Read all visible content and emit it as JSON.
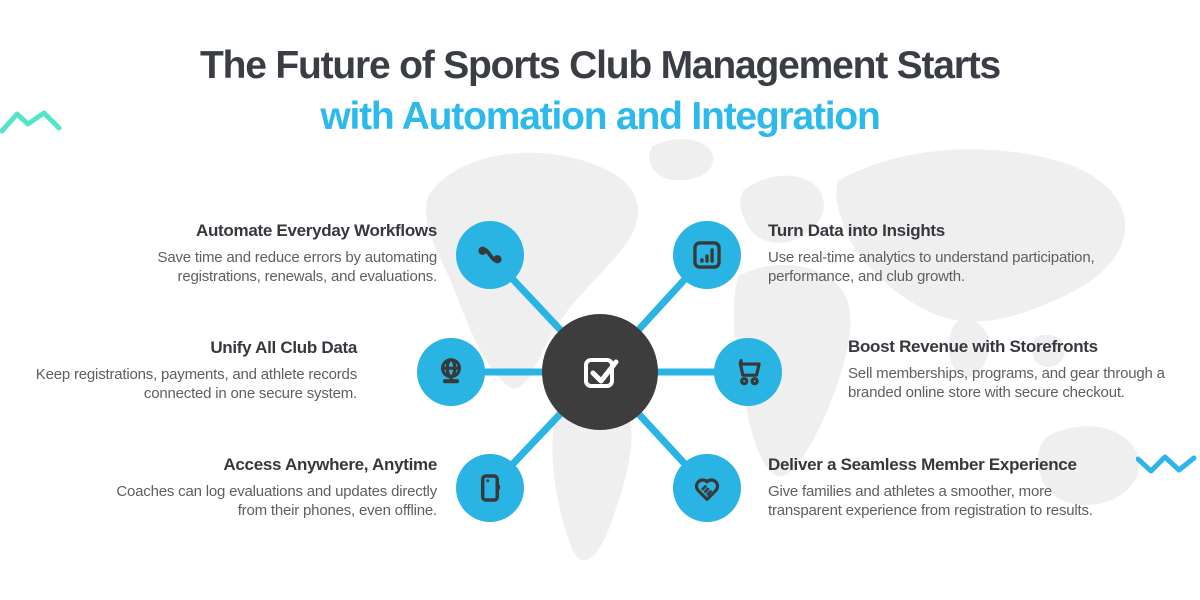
{
  "title": {
    "line1": "The Future of Sports Club Management Starts",
    "line2": "with Automation and Integration"
  },
  "colors": {
    "accent": "#29b4e4",
    "title_accent": "#2cb9ec",
    "title_dark": "#3a3e44",
    "hub": "#3d3d3d",
    "icon": "#383838",
    "heading_text": "#35393e",
    "body_text": "#5c6065",
    "zigzag_teal": "#54e5c5",
    "zigzag_blue": "#2eb4ea",
    "map": "#efefef"
  },
  "center": {
    "icon": "checkbox-check-icon"
  },
  "decor": {
    "left_zigzag": "teal-zigzag-line",
    "right_zigzag": "blue-zigzag-line",
    "background": "faint-world-map"
  },
  "features": [
    {
      "id": "automate",
      "icon": "workflow-nodes-icon",
      "title": "Automate Everyday Workflows",
      "line1": "Save time and reduce errors by automating",
      "line2": "registrations, renewals, and evaluations."
    },
    {
      "id": "insights",
      "icon": "bar-chart-icon",
      "title": "Turn Data into Insights",
      "line1": "Use real-time analytics to understand participation,",
      "line2": "performance, and club growth."
    },
    {
      "id": "unify",
      "icon": "globe-stand-icon",
      "title": "Unify All Club Data",
      "line1": "Keep registrations, payments, and athlete records",
      "line2": "connected in one secure system."
    },
    {
      "id": "revenue",
      "icon": "shopping-cart-icon",
      "title": "Boost Revenue with Storefronts",
      "line1": "Sell memberships, programs, and gear through a",
      "line2": "branded online store with secure checkout."
    },
    {
      "id": "access",
      "icon": "smartphone-icon",
      "title": "Access Anywhere, Anytime",
      "line1": "Coaches can log evaluations and updates directly",
      "line2": "from their phones, even offline."
    },
    {
      "id": "experience",
      "icon": "handshake-heart-icon",
      "title": "Deliver a Seamless Member Experience",
      "line1": "Give families and athletes a smoother, more",
      "line2": "transparent experience from registration to results."
    }
  ]
}
